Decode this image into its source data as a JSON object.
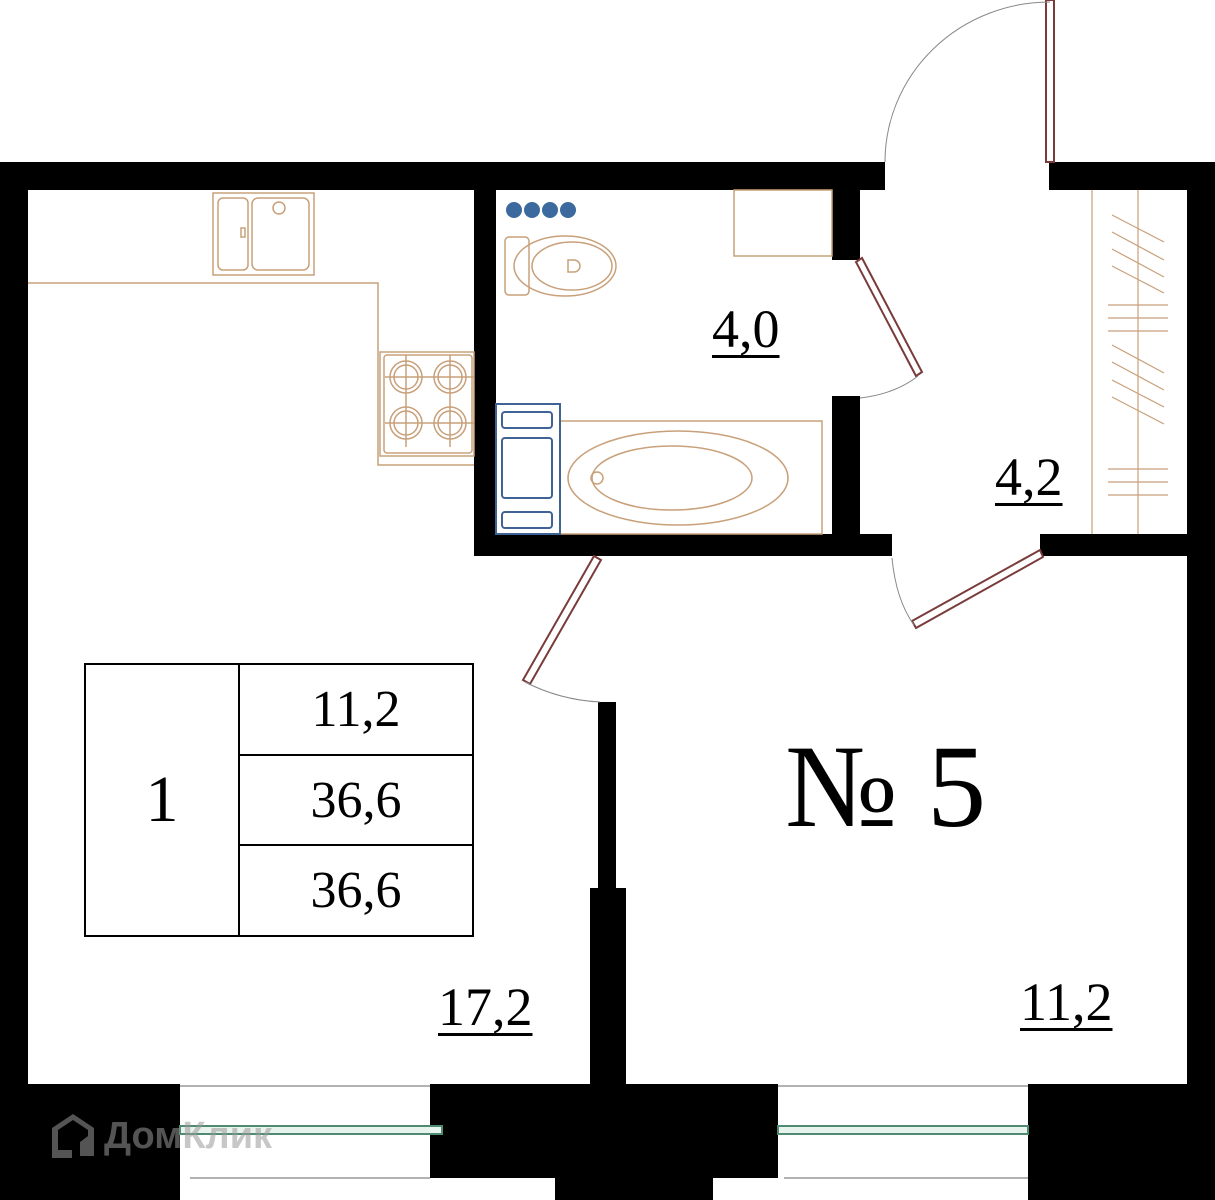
{
  "plan": {
    "apartment_number": "№ 5",
    "rooms": [
      {
        "id": "kitchen-living",
        "area": "17,2"
      },
      {
        "id": "bathroom",
        "area": "4,0"
      },
      {
        "id": "hallway",
        "area": "4,2"
      },
      {
        "id": "room",
        "area": "11,2"
      }
    ],
    "legend": {
      "room_count": "1",
      "living_area": "11,2",
      "total_area": "36,6",
      "total_area_with_balcony": "36,6"
    }
  },
  "watermark": {
    "text": "ДомКлик"
  },
  "colors": {
    "wall": "#000000",
    "fixture_line": "#c8a07a",
    "door": "#7a3b3b",
    "window": "#4f8a72",
    "washer": "#3f6394",
    "dots": "#3c6a9e"
  }
}
